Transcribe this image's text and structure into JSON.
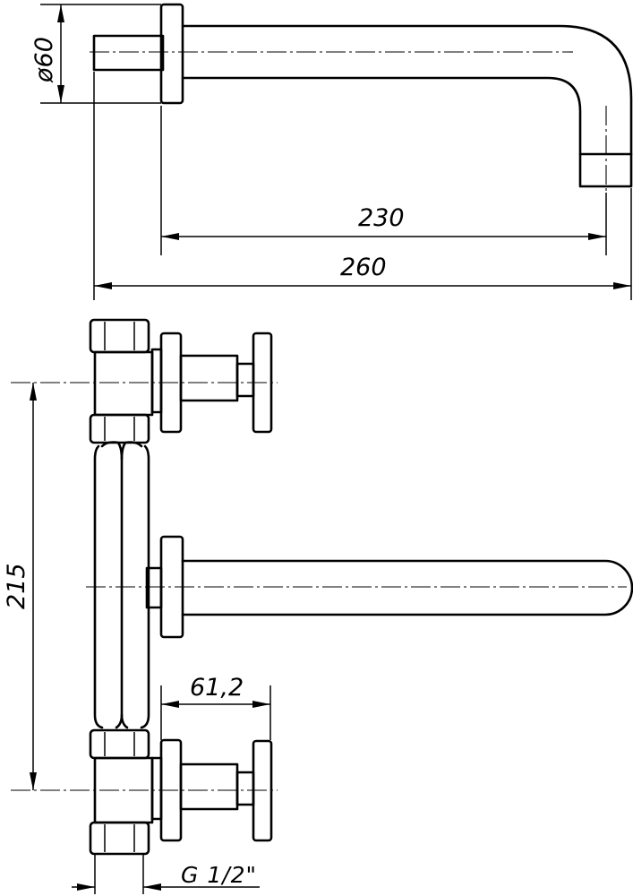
{
  "dimensions": {
    "diameter": "ø60",
    "spout_reach": "230",
    "overall_depth": "260",
    "center_distance": "215",
    "handle_offset": "61,2",
    "thread": "G 1/2\""
  },
  "colors": {
    "line": "#000000",
    "background": "#ffffff"
  }
}
